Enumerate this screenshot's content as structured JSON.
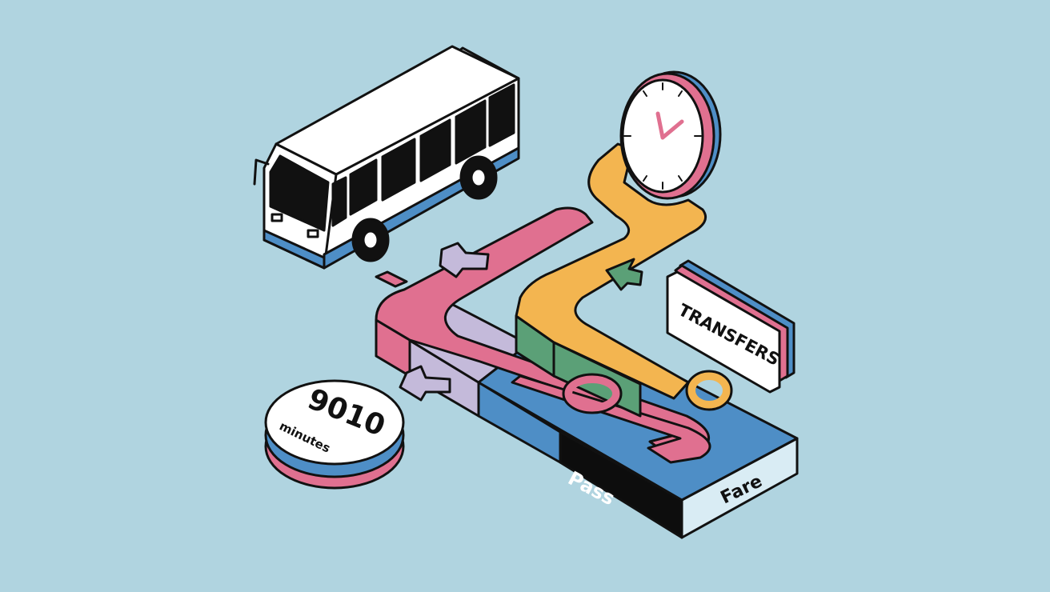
{
  "colors": {
    "background": "#b0d4e0",
    "outline": "#111111",
    "pink": "#e07090",
    "lavender": "#c4bada",
    "blue": "#4e8ec6",
    "orange": "#f3b550",
    "green": "#5ba077",
    "white": "#ffffff",
    "black": "#0d0d0d"
  },
  "icons": [
    "bus-icon",
    "clock-icon",
    "arrow-icon",
    "ring-icon"
  ],
  "labels": {
    "minutes_value": "9010",
    "minutes_unit": "minutes",
    "transfers": "TRANSFERS",
    "pass": "Pass",
    "fare": "Fare"
  }
}
